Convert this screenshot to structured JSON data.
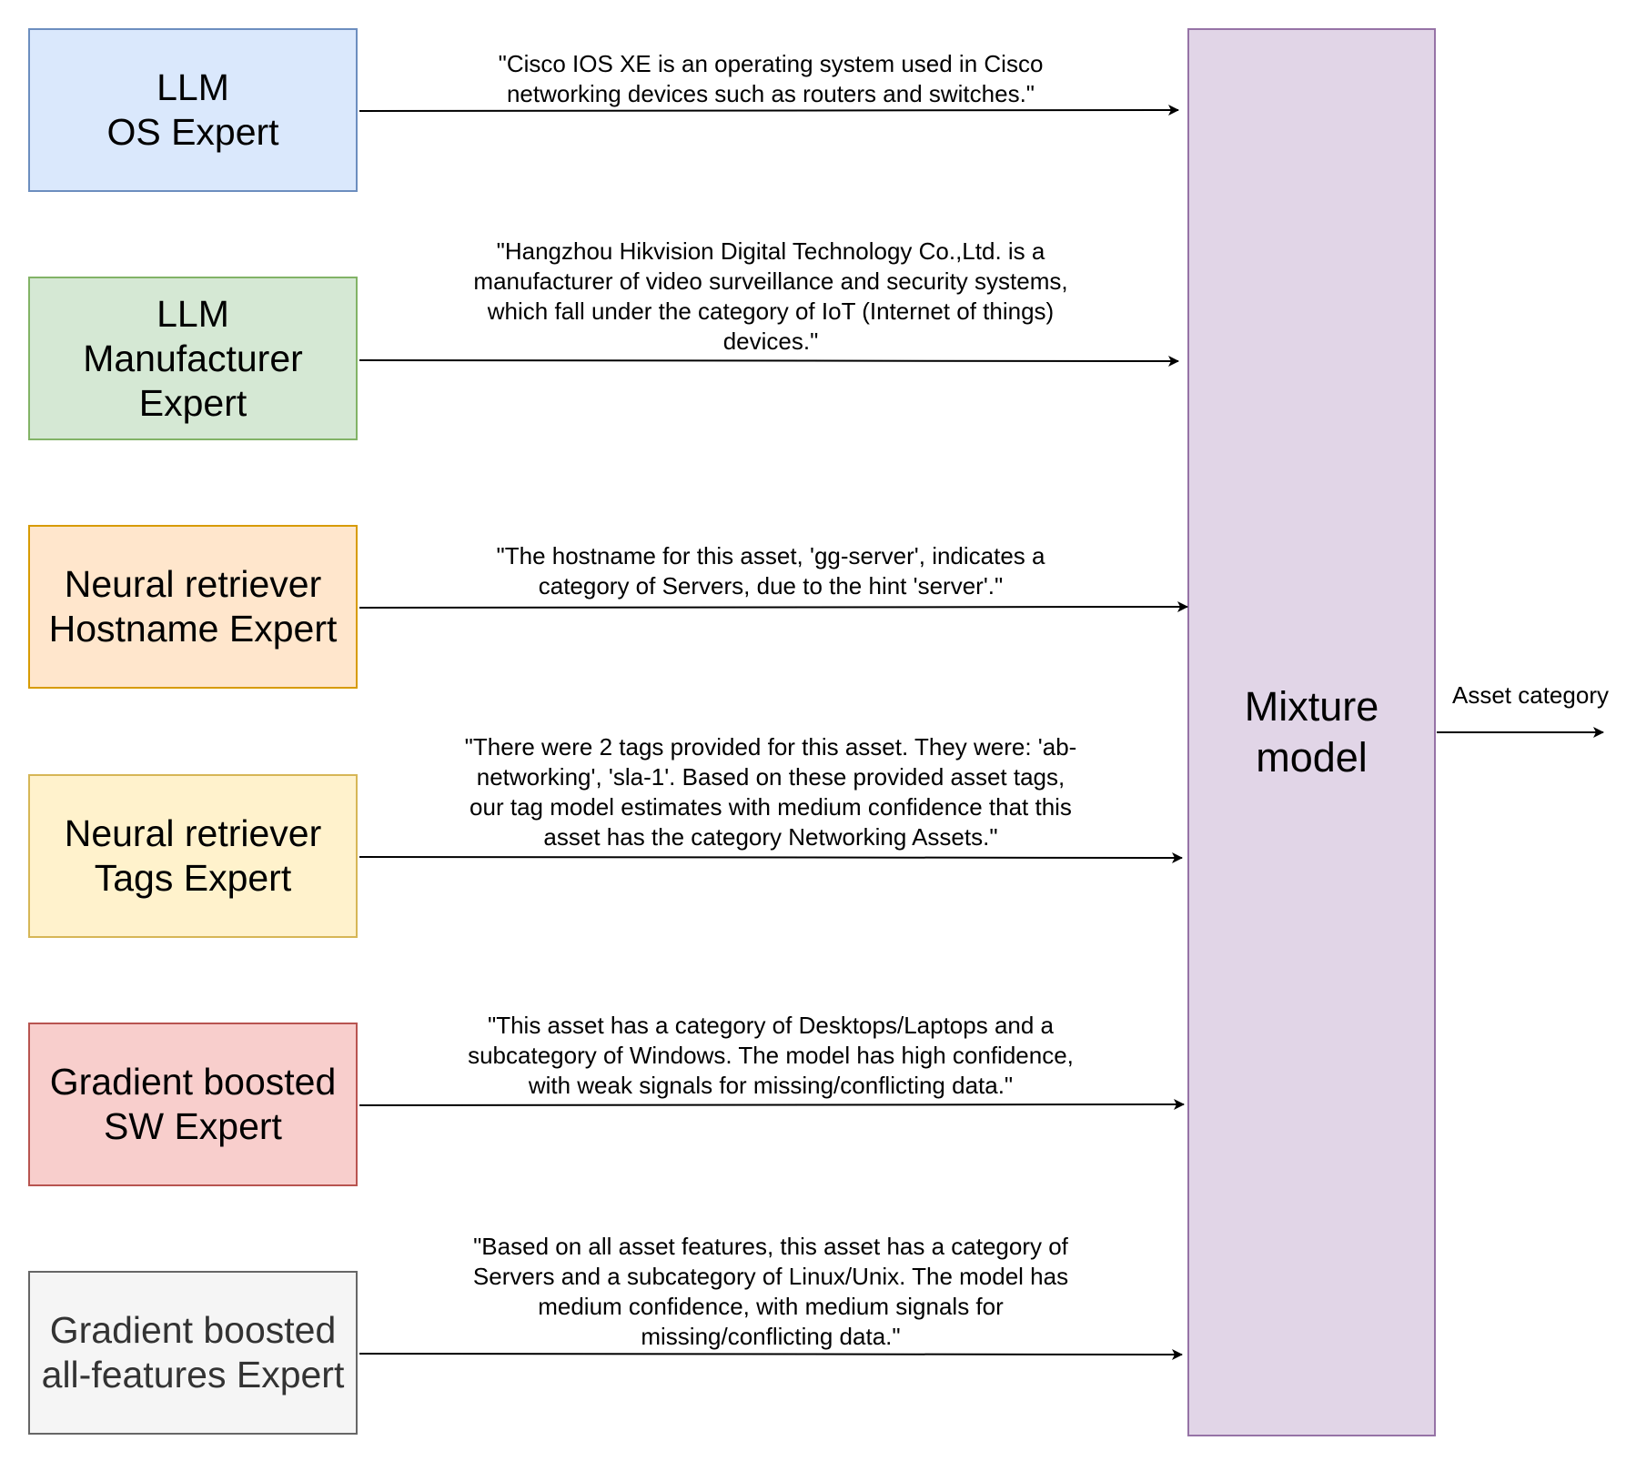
{
  "experts": [
    {
      "label": "LLM\nOS Expert",
      "fill": "#dae8fc",
      "stroke": "#6c8ebf",
      "text_color": "#000000",
      "message": "\"Cisco IOS XE is an operating system used in Cisco\nnetworking devices such as routers and switches.\""
    },
    {
      "label": "LLM\nManufacturer\nExpert",
      "fill": "#d5e8d4",
      "stroke": "#82b366",
      "text_color": "#000000",
      "message": "\"Hangzhou Hikvision Digital Technology Co.,Ltd. is a\nmanufacturer of video surveillance and security systems,\nwhich fall under the category of IoT (Internet of things)\ndevices.\""
    },
    {
      "label": "Neural retriever\nHostname Expert",
      "fill": "#ffe6cc",
      "stroke": "#d79b00",
      "text_color": "#000000",
      "message": "\"The hostname for this asset, 'gg-server', indicates a\ncategory of Servers, due to the hint 'server'.\""
    },
    {
      "label": "Neural retriever\nTags Expert",
      "fill": "#fff2cc",
      "stroke": "#d6b656",
      "text_color": "#000000",
      "message": "\"There were 2 tags provided for this asset. They were: 'ab-\nnetworking', 'sla-1'. Based on these provided asset tags,\nour tag model estimates with medium confidence that this\nasset has the category Networking Assets.\""
    },
    {
      "label": "Gradient boosted\nSW Expert",
      "fill": "#f8cecc",
      "stroke": "#b85450",
      "text_color": "#000000",
      "message": "\"This asset has a category of Desktops/Laptops and a\nsubcategory of Windows. The model has high confidence,\nwith weak signals for missing/conflicting data.\""
    },
    {
      "label": "Gradient boosted\nall-features Expert",
      "fill": "#f5f5f5",
      "stroke": "#666666",
      "text_color": "#333333",
      "message": "\"Based on all asset features, this asset has a category of\nServers and a subcategory of Linux/Unix. The model has\nmedium confidence, with medium signals for\nmissing/conflicting data.\""
    }
  ],
  "mixture": {
    "label": "Mixture\nmodel",
    "fill": "#e1d5e7",
    "stroke": "#9673a6"
  },
  "output": {
    "label": "Asset category"
  }
}
